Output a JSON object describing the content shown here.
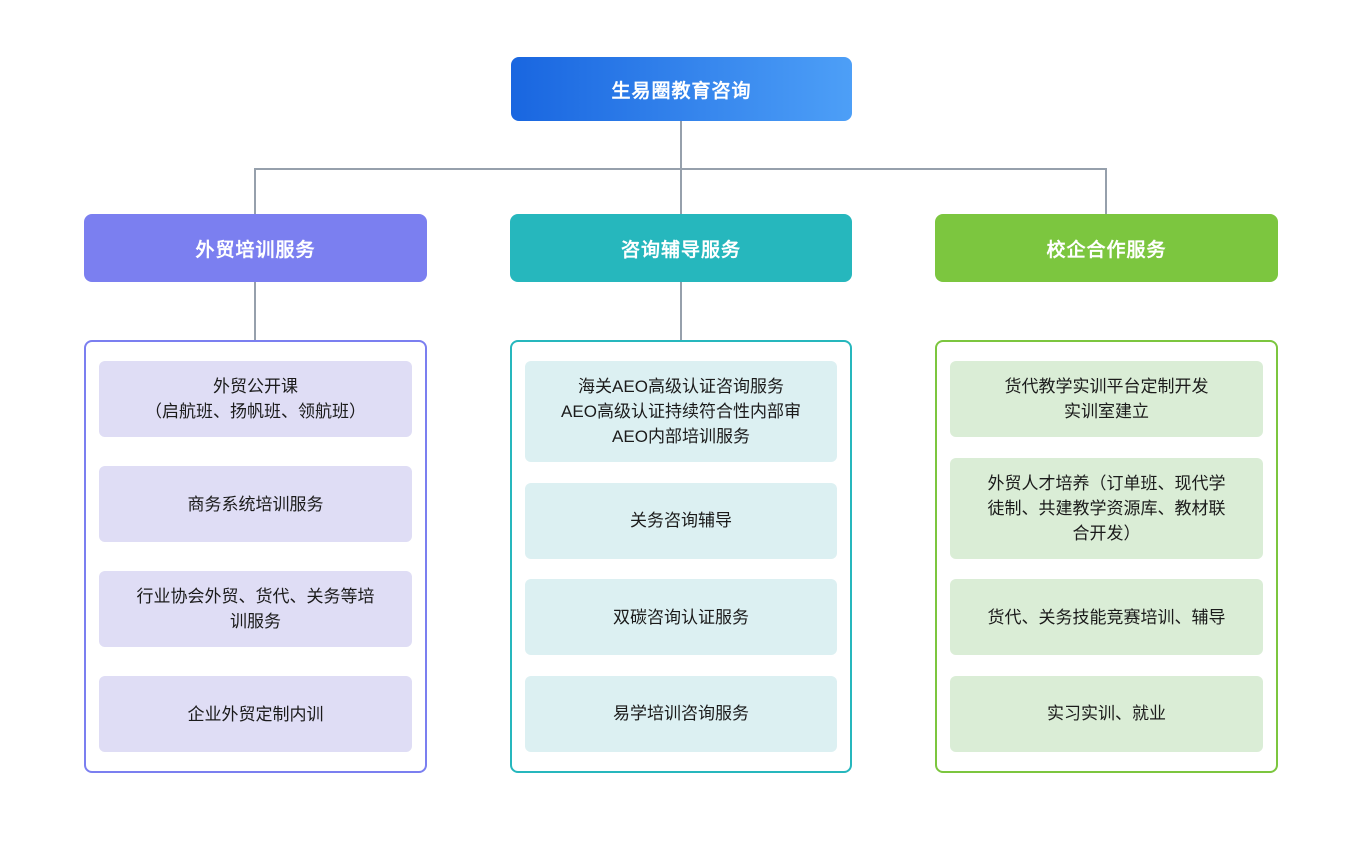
{
  "root": {
    "label": "生易圈教育咨询"
  },
  "branches": [
    {
      "id": "trade-training",
      "label": "外贸培训服务",
      "items": [
        [
          "外贸公开课",
          "（启航班、扬帆班、领航班）"
        ],
        [
          "商务系统培训服务"
        ],
        [
          "行业协会外贸、货代、关务等培",
          "训服务"
        ],
        [
          "企业外贸定制内训"
        ]
      ]
    },
    {
      "id": "consulting-coaching",
      "label": "咨询辅导服务",
      "items": [
        [
          "海关AEO高级认证咨询服务",
          "AEO高级认证持续符合性内部审",
          "AEO内部培训服务"
        ],
        [
          "关务咨询辅导"
        ],
        [
          "双碳咨询认证服务"
        ],
        [
          "易学培训咨询服务"
        ]
      ]
    },
    {
      "id": "school-enterprise",
      "label": "校企合作服务",
      "items": [
        [
          "货代教学实训平台定制开发",
          "实训室建立"
        ],
        [
          "外贸人才培养（订单班、现代学",
          "徒制、共建教学资源库、教材联",
          "合开发）"
        ],
        [
          "货代、关务技能竞赛培训、辅导"
        ],
        [
          "实习实训、就业"
        ]
      ]
    }
  ],
  "palette": {
    "root_gradient_start": "#1966E0",
    "root_gradient_end": "#4D9FF7",
    "connector": "#96A0AC",
    "branch_colors": [
      {
        "header": "#7B7FF0",
        "item_bg": "#DFDDF5"
      },
      {
        "header": "#26B7BD",
        "item_bg": "#DCF0F2"
      },
      {
        "header": "#7CC63F",
        "item_bg": "#DAEDD6"
      }
    ]
  }
}
